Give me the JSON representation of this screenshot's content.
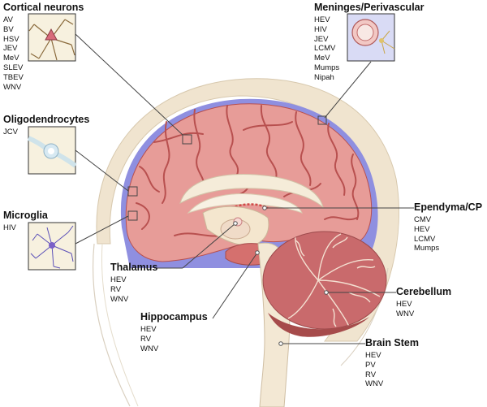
{
  "regions": [
    {
      "id": "cortical",
      "title": "Cortical neurons",
      "viruses": [
        "AV",
        "BV",
        "HSV",
        "JEV",
        "MeV",
        "SLEV",
        "TBEV",
        "WNV"
      ]
    },
    {
      "id": "meninges",
      "title": "Meninges/Perivascular",
      "viruses": [
        "HEV",
        "HIV",
        "JEV",
        "LCMV",
        "MeV",
        "Mumps",
        "Nipah"
      ]
    },
    {
      "id": "oligo",
      "title": "Oligodendrocytes",
      "viruses": [
        "JCV"
      ]
    },
    {
      "id": "microglia",
      "title": "Microglia",
      "viruses": [
        "HIV"
      ]
    },
    {
      "id": "ependyma",
      "title": "Ependyma/CP",
      "viruses": [
        "CMV",
        "HEV",
        "LCMV",
        "Mumps"
      ]
    },
    {
      "id": "thalamus",
      "title": "Thalamus",
      "viruses": [
        "HEV",
        "RV",
        "WNV"
      ]
    },
    {
      "id": "cerebellum",
      "title": "Cerebellum",
      "viruses": [
        "HEV",
        "WNV"
      ]
    },
    {
      "id": "hippocampus",
      "title": "Hippocampus",
      "viruses": [
        "HEV",
        "RV",
        "WNV"
      ]
    },
    {
      "id": "brainstem",
      "title": "Brain Stem",
      "viruses": [
        "HEV",
        "PV",
        "RV",
        "WNV"
      ]
    }
  ],
  "colors": {
    "cortex": "#e79c98",
    "sulcus": "#b8504f",
    "meninges": "#8f8fe0",
    "skull": "#f0e4cf",
    "white_matter": "#f5ecd9",
    "cerebellum": "#c96a6c",
    "line": "#444444"
  },
  "icons": [
    "neuron-inset",
    "vessel-inset",
    "oligodendrocyte-inset",
    "microglia-inset"
  ]
}
